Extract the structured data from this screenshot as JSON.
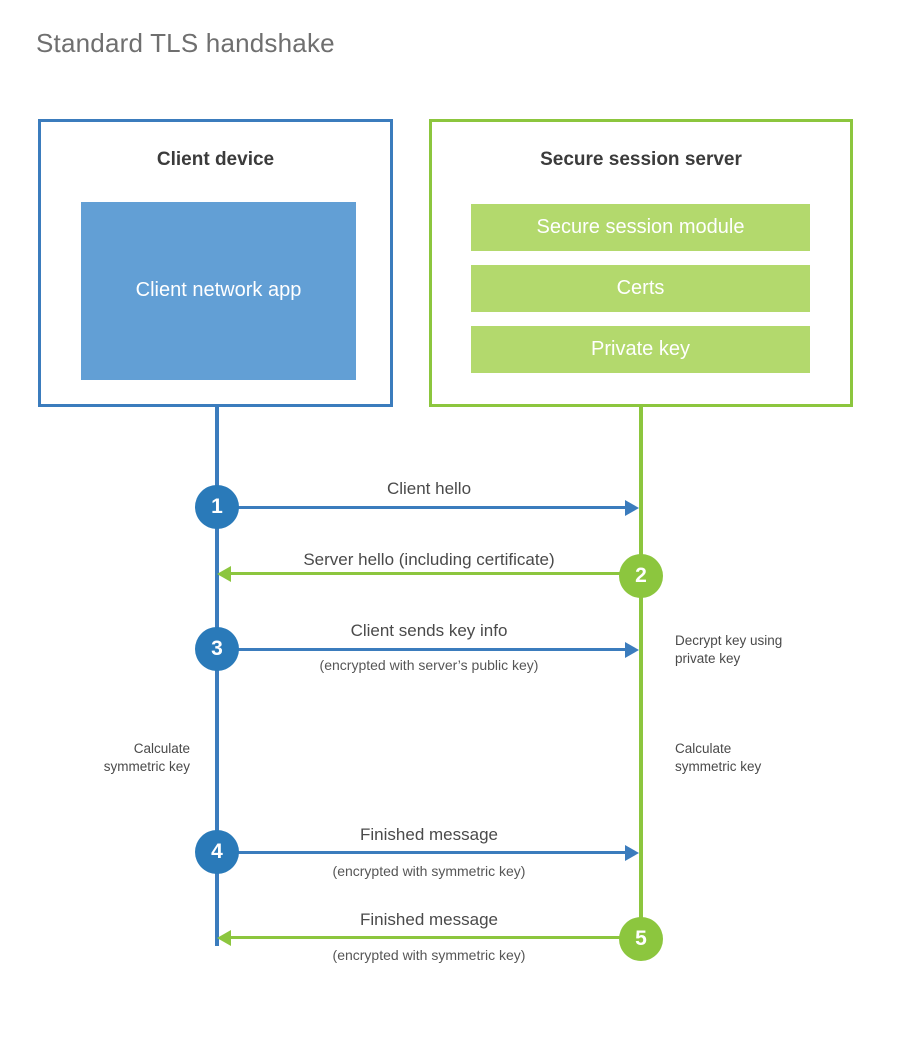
{
  "title": "Standard TLS handshake",
  "colors": {
    "client_border": "#3b7cbd",
    "client_fill": "#629fd5",
    "client_circle": "#2a7ab9",
    "server_border": "#8cc63e",
    "server_fill": "#b3d96d",
    "server_circle": "#8cc63e",
    "title_text": "#6f6f6f",
    "body_text": "#4a4a4a",
    "background": "#ffffff"
  },
  "client": {
    "title": "Client device",
    "app_label": "Client network app"
  },
  "server": {
    "title": "Secure session server",
    "modules": [
      "Secure session module",
      "Certs",
      "Private key"
    ]
  },
  "steps": [
    {
      "number": "1",
      "label": "Client hello",
      "sublabel": "",
      "direction": "client-to-server",
      "side": "client"
    },
    {
      "number": "2",
      "label": "Server hello (including certificate)",
      "sublabel": "",
      "direction": "server-to-client",
      "side": "server"
    },
    {
      "number": "3",
      "label": "Client sends key info",
      "sublabel": "(encrypted with server’s public key)",
      "direction": "client-to-server",
      "side": "client"
    },
    {
      "number": "4",
      "label": "Finished message",
      "sublabel": "(encrypted with symmetric key)",
      "direction": "client-to-server",
      "side": "client"
    },
    {
      "number": "5",
      "label": "Finished message",
      "sublabel": "(encrypted with symmetric key)",
      "direction": "server-to-client",
      "side": "server"
    }
  ],
  "notes": {
    "decrypt_key": "Decrypt key using\nprivate key",
    "decrypt_key_line1": "Decrypt key using",
    "decrypt_key_line2": "private key",
    "calc_key_client_line1": "Calculate",
    "calc_key_client_line2": "symmetric key",
    "calc_key_server_line1": "Calculate",
    "calc_key_server_line2": "symmetric key"
  }
}
